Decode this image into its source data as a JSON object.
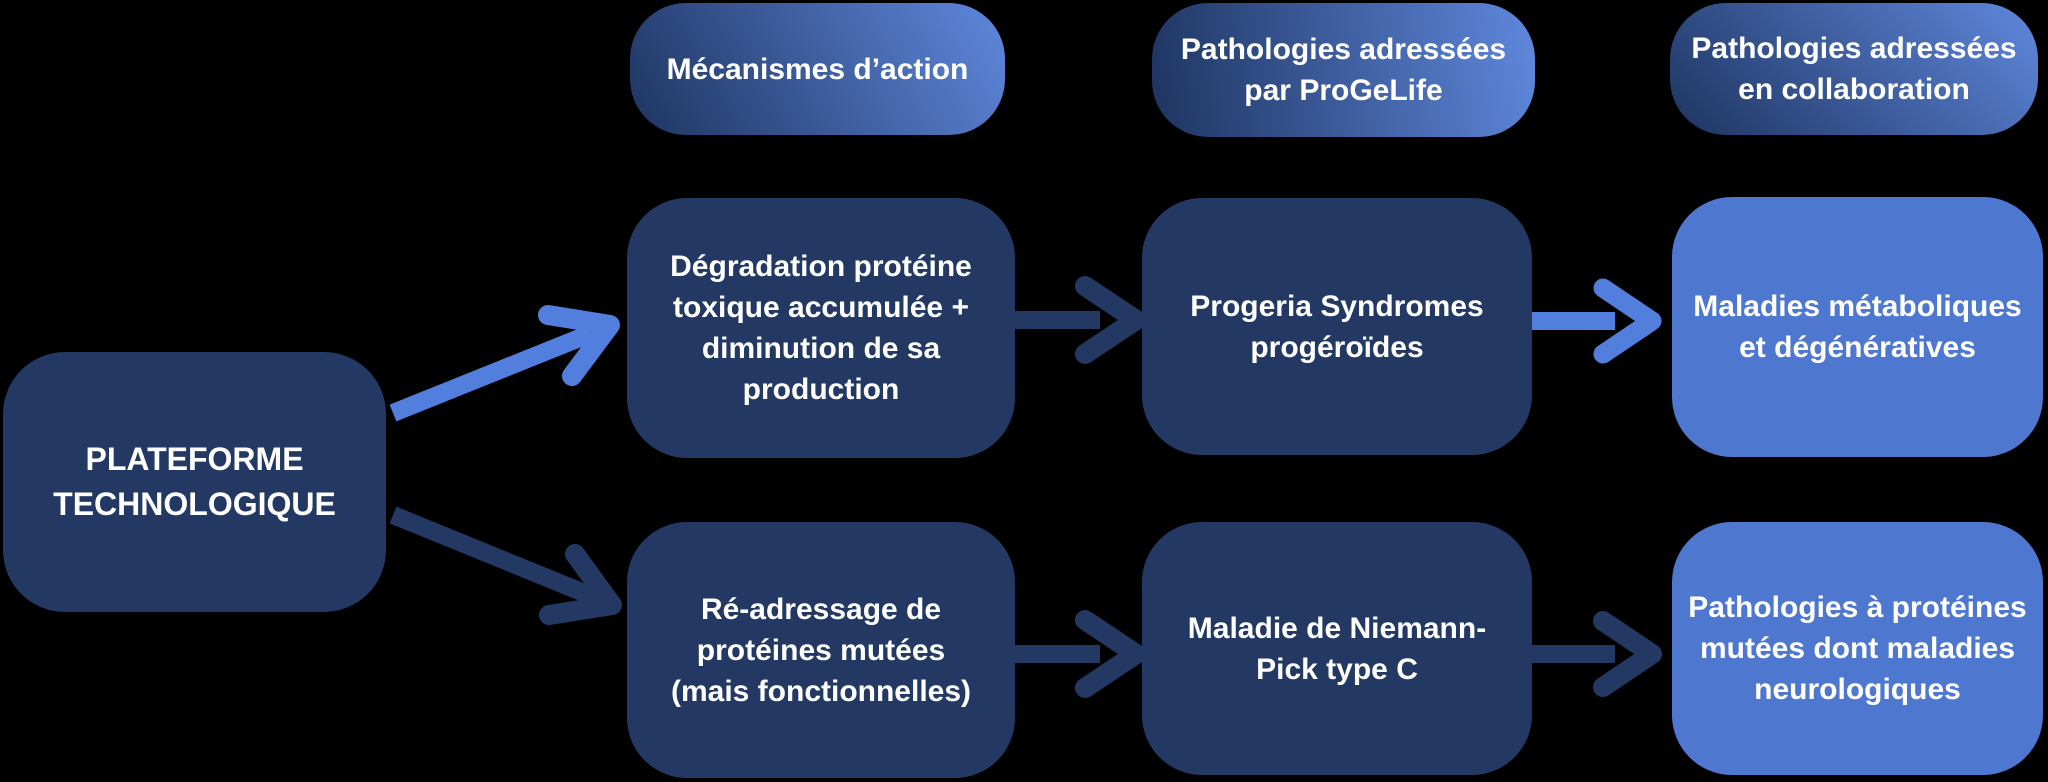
{
  "colors": {
    "background": "#000000",
    "dark_navy": "#233963",
    "light_blue": "#4E78D0",
    "arrow_light": "#527EDE",
    "pill_dark": "#1E3460",
    "pill_light": "#5F88DD",
    "text": "#FFFFFF"
  },
  "diagram": {
    "platform_box": {
      "lines": [
        "PLATEFORME",
        "TECHNOLOGIQUE"
      ]
    },
    "headers": [
      {
        "id": "mecanismes-action",
        "lines": [
          "Mécanismes d’action"
        ]
      },
      {
        "id": "pathologies-progelife",
        "lines": [
          "Pathologies adressées",
          "par ProGeLife"
        ]
      },
      {
        "id": "pathologies-collaboration",
        "lines": [
          "Pathologies adressées",
          "en collaboration"
        ]
      }
    ],
    "rows": [
      {
        "mechanism": {
          "lines": [
            "Dégradation protéine",
            "toxique accumulée +",
            "diminution de sa",
            "production"
          ]
        },
        "progelife_pathology": {
          "lines": [
            "Progeria Syndromes",
            "progéroïdes"
          ]
        },
        "collaboration_pathology": {
          "lines": [
            "Maladies métaboliques",
            "et dégénératives"
          ]
        }
      },
      {
        "mechanism": {
          "lines": [
            "Ré-adressage de",
            "protéines mutées",
            "(mais fonctionnelles)"
          ]
        },
        "progelife_pathology": {
          "lines": [
            "Maladie de Niemann-",
            "Pick type C"
          ]
        },
        "collaboration_pathology": {
          "lines": [
            "Pathologies à protéines",
            "mutées dont maladies",
            "neurologiques"
          ]
        }
      }
    ],
    "connections": [
      {
        "from": "platform-box",
        "to": "mechanism-row-1",
        "color": "arrow_light"
      },
      {
        "from": "platform-box",
        "to": "mechanism-row-2",
        "color": "dark_navy"
      },
      {
        "from": "mechanism-row-1",
        "to": "progelife-pathology-row-1",
        "color": "dark_navy"
      },
      {
        "from": "progelife-pathology-row-1",
        "to": "collaboration-pathology-row-1",
        "color": "arrow_light"
      },
      {
        "from": "mechanism-row-2",
        "to": "progelife-pathology-row-2",
        "color": "dark_navy"
      },
      {
        "from": "progelife-pathology-row-2",
        "to": "collaboration-pathology-row-2",
        "color": "dark_navy"
      }
    ]
  }
}
